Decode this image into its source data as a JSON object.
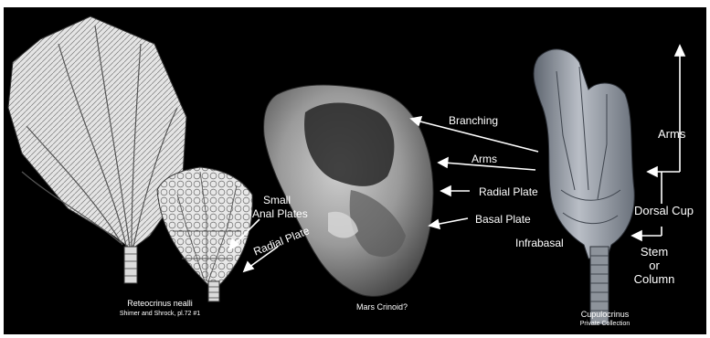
{
  "labels": {
    "branching": "Branching",
    "arms_mid": "Arms",
    "radial_plate_mid": "Radial Plate",
    "basal_plate": "Basal Plate",
    "infrabasal": "Infrabasal",
    "arms_right": "Arms",
    "dorsal_cup": "Dorsal Cup",
    "stem": "Stem",
    "or": "or",
    "column": "Column",
    "small": "Small",
    "anal_plates": "Anal Plates",
    "radial_plate_left": "Radial Plate"
  },
  "captions": {
    "left_title": "Reteocrinus nealli",
    "left_source": "Shimer and Shrock, pl.72 #1",
    "center_title": "Mars Crinoid?",
    "right_title": "Cupulocrinus",
    "right_source": "Private Collection"
  },
  "colors": {
    "background": "#000000",
    "label": "#ffffff",
    "sketch_light": "#e8e8e8",
    "sketch_line": "#555555",
    "rock": "#8a8a8a",
    "fossil": "#9aa0a8"
  },
  "icons": [
    "arrow-icon"
  ]
}
